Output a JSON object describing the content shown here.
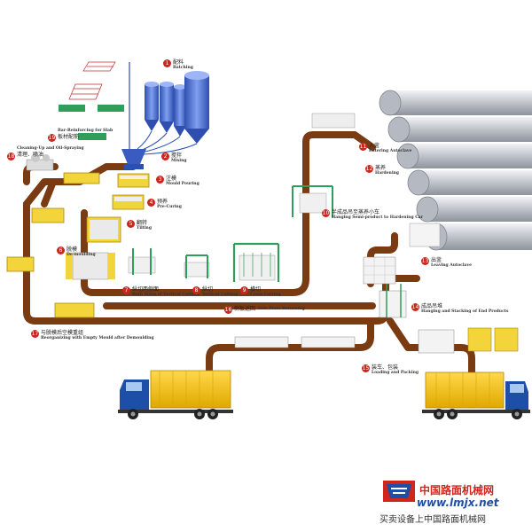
{
  "steps": [
    {
      "n": "1",
      "cn": "配料",
      "en": "Batching"
    },
    {
      "n": "2",
      "cn": "搅拌",
      "en": "Mixing"
    },
    {
      "n": "3",
      "cn": "注模",
      "en": "Mould Pouring"
    },
    {
      "n": "4",
      "cn": "预养",
      "en": "Pre-Curing"
    },
    {
      "n": "5",
      "cn": "翻转",
      "en": "Tilting"
    },
    {
      "n": "6",
      "cn": "脱模",
      "en": "De-moulding"
    },
    {
      "n": "7",
      "cn": "纵切两侧面",
      "en": "Both Sides of Vertical Cutting"
    },
    {
      "n": "8",
      "cn": "纵切",
      "en": "Vertical Cutting"
    },
    {
      "n": "9",
      "cn": "横切",
      "en": "Cross Cutting"
    },
    {
      "n": "10",
      "cn": "半成品吊至蒸养小车",
      "en": "Hanging Semi-product to Hardening Car"
    },
    {
      "n": "11",
      "cn": "入釜",
      "en": "Entering Autoclave"
    },
    {
      "n": "12",
      "cn": "蒸养",
      "en": "Hardening"
    },
    {
      "n": "13",
      "cn": "出釜",
      "en": "Leaving Autoclave"
    },
    {
      "n": "14",
      "cn": "成品吊堆",
      "en": "Hanging and Stacking of End Products"
    },
    {
      "n": "15",
      "cn": "装车、包装",
      "en": "Loading and Packing"
    },
    {
      "n": "16",
      "cn": "侧板返回",
      "en": "Side Plate Returning"
    },
    {
      "n": "17",
      "cn": "与脱模后空模重组",
      "en": "Reorganizing with Empty Mould after Demoulding"
    },
    {
      "n": "18",
      "cn": "清理、喷油",
      "en": "Cleaning-Up and Oil-Spraying"
    },
    {
      "n": "19",
      "cn": "板材配筋",
      "en": "Bar-Reinforcing for Slab"
    }
  ],
  "watermark": {
    "title": "中国路面机械网",
    "url": "www.lmjx.net",
    "slogan": "买卖设备上中国路面机械网"
  },
  "colors": {
    "track": "#7a3a12",
    "track_edge": "#5a2a0c",
    "machine_green": "#2f9e58",
    "truck_cargo": "#f2c100",
    "truck_cab": "#1e4fa8",
    "silo": "#4a6fd0",
    "autoclave": "#c9ccd2",
    "step_number": "#c8281e"
  }
}
